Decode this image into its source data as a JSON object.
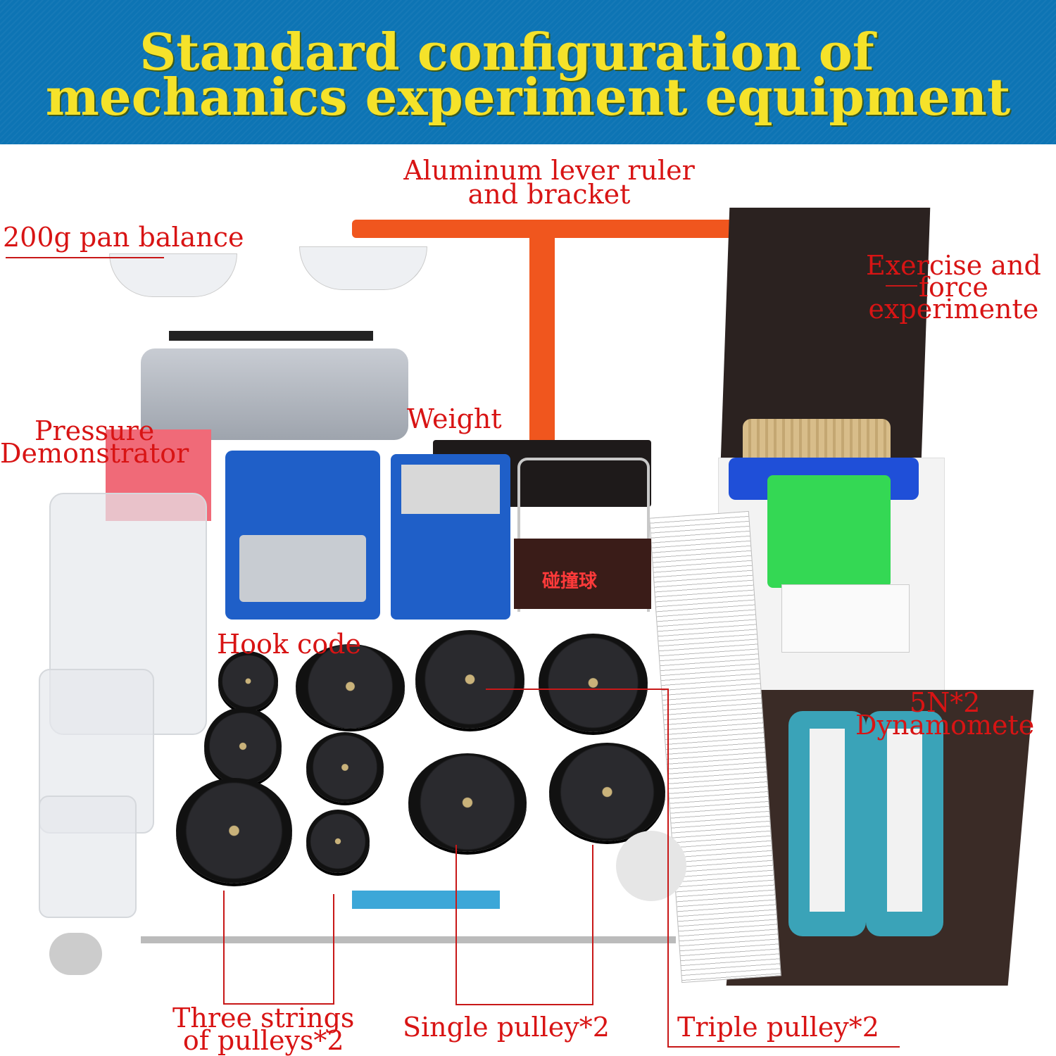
{
  "header": {
    "title_line1": "Standard configuration of",
    "title_line2": "mechanics experiment equipment"
  },
  "labels": {
    "lever": [
      "Aluminum lever ruler",
      "and bracket"
    ],
    "balance": "200g pan balance",
    "exercise": [
      "Exercise and",
      "force",
      "experimente"
    ],
    "pressure": [
      "Pressure",
      "Demonstrator"
    ],
    "weight": "Weight",
    "hook_code": "Hook code",
    "dynamometer": [
      "5N*2",
      "Dynamomete"
    ],
    "three_strings": [
      "Three strings",
      "of pulleys*2"
    ],
    "single_pulley": "Single pulley*2",
    "triple_pulley": "Triple pulley*2",
    "collision_ball_cn": "碰撞球"
  },
  "colors": {
    "banner": "#0d74b4",
    "title": "#f5e22a",
    "label": "#d81414",
    "lever": "#f0561e",
    "box": "#1f5fc8"
  }
}
